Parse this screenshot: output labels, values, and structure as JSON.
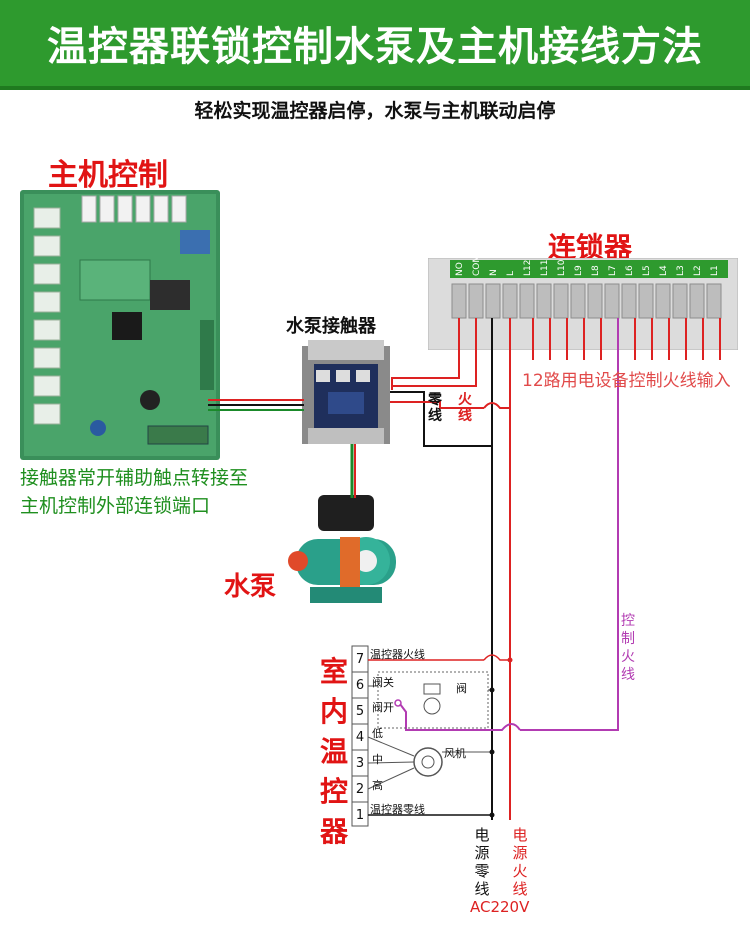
{
  "title": "温控器联锁控制水泵及主机接线方法",
  "subtitle": "轻松实现温控器启停，水泵与主机联动启停",
  "main_control": {
    "label": "主机控制",
    "note_line1": "接触器常开辅助触点转接至",
    "note_line2": "主机控制外部连锁端口"
  },
  "contactor": {
    "label": "水泵接触器"
  },
  "pump": {
    "label": "水泵"
  },
  "interlock": {
    "label": "连锁器",
    "terminals": [
      "NO",
      "COM",
      "N",
      "L",
      "L12",
      "L11",
      "L10",
      "L9",
      "L8",
      "L7",
      "L6",
      "L5",
      "L4",
      "L3",
      "L2",
      "L1"
    ],
    "note": "12路用电设备控制火线输入"
  },
  "wire_labels": {
    "neutral": [
      "零",
      "线"
    ],
    "live": [
      "火",
      "线"
    ],
    "control_live": [
      "控",
      "制",
      "火",
      "线"
    ],
    "power_neutral": [
      "电",
      "源",
      "零",
      "线"
    ],
    "power_live": [
      "电",
      "源",
      "火",
      "线"
    ],
    "supply": "AC220V"
  },
  "thermostat": {
    "label": [
      "室",
      "内",
      "温",
      "控",
      "器"
    ],
    "terminals": [
      {
        "num": "7",
        "label": "温控器火线"
      },
      {
        "num": "6",
        "label": "阀关"
      },
      {
        "num": "5",
        "label": "阀开"
      },
      {
        "num": "4",
        "label": "低"
      },
      {
        "num": "3",
        "label": "中"
      },
      {
        "num": "2",
        "label": "高"
      },
      {
        "num": "1",
        "label": "温控器零线"
      }
    ],
    "valve_label": "阀",
    "fan_label": "风机"
  },
  "colors": {
    "banner": "#2e9a2e",
    "accent_red": "#e11414",
    "note_green": "#1f8f1f",
    "control_purple": "#b23bb2",
    "wire_black": "#111111"
  }
}
